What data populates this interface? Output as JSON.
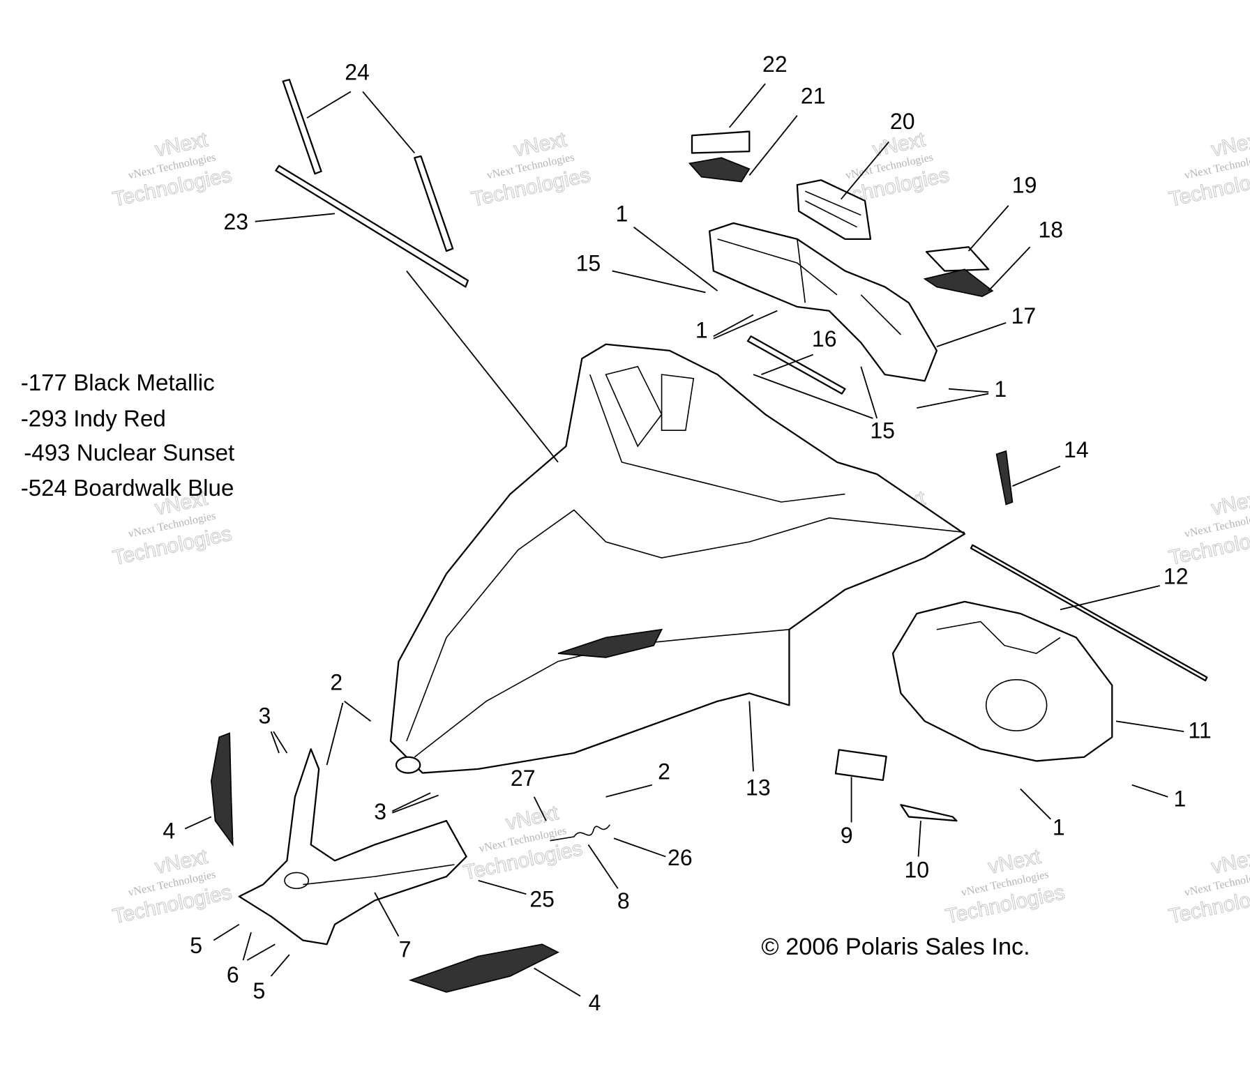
{
  "diagram": {
    "color_options": [
      "-177 Black Metallic",
      "-293 Indy Red",
      "-493 Nuclear Sunset",
      "-524 Boardwalk Blue"
    ],
    "copyright": "© 2006 Polaris Sales Inc.",
    "watermark": {
      "line1": "vNext",
      "line2": "vNext Technologies",
      "line3": "Technologies"
    },
    "callouts": [
      "24",
      "23",
      "22",
      "21",
      "20",
      "19",
      "18",
      "1",
      "15",
      "1",
      "16",
      "17",
      "1",
      "15",
      "14",
      "12",
      "11",
      "13",
      "2",
      "27",
      "26",
      "8",
      "9",
      "10",
      "1",
      "1",
      "2",
      "3",
      "3",
      "4",
      "7",
      "25",
      "5",
      "6",
      "5",
      "4"
    ]
  }
}
